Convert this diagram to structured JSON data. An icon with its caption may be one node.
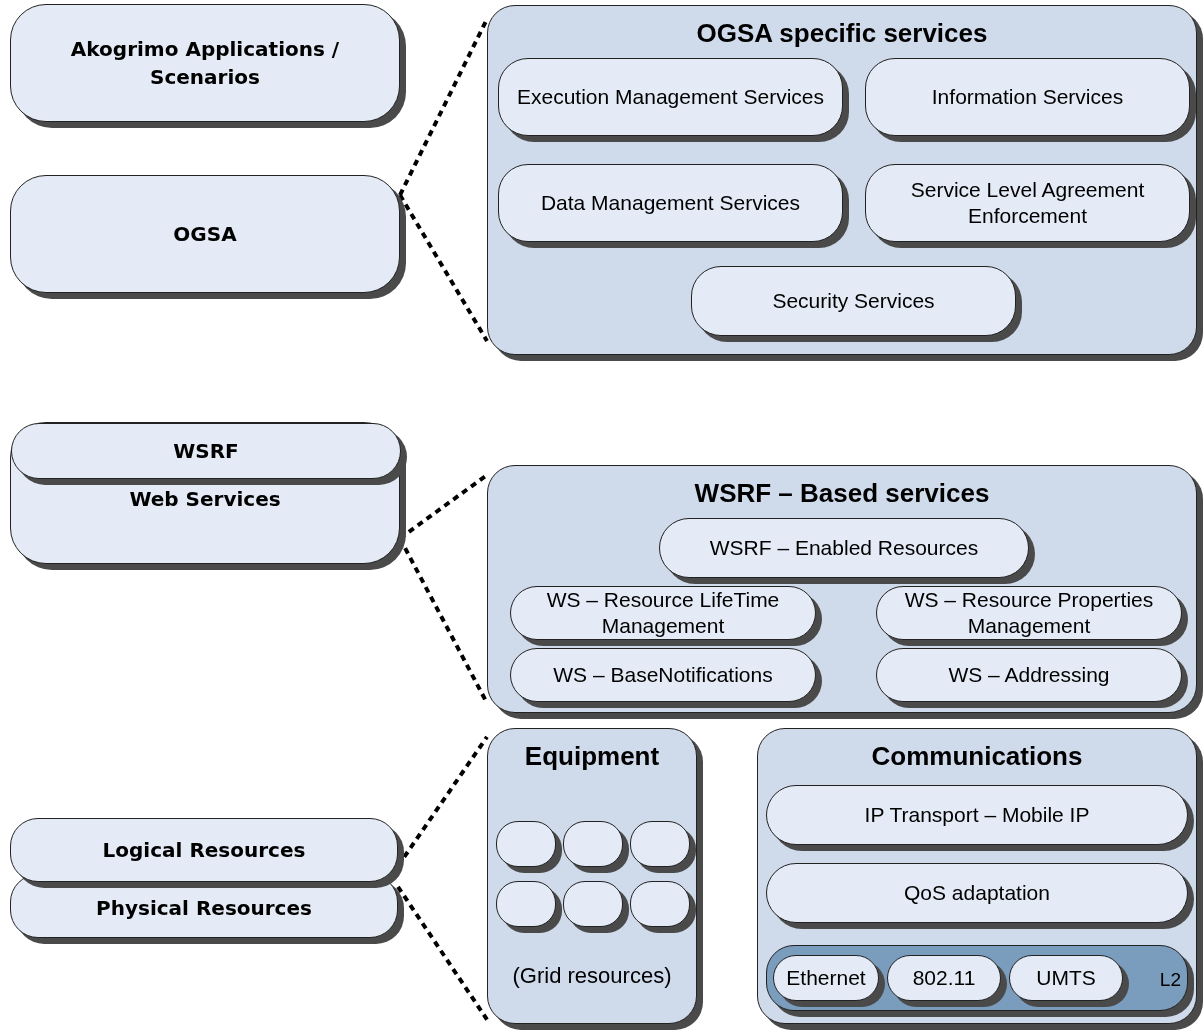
{
  "diagram": {
    "nodes": [
      {
        "text": [
          "Akogrimo Applications / Scenarios"
        ]
      },
      {
        "text": [
          "OGSA"
        ]
      },
      {
        "text": [
          "Web Services"
        ]
      },
      {
        "text": [
          "WSRF"
        ],
        "in": 2
      },
      {
        "text": [
          "Logical Resources"
        ]
      },
      {
        "text": [
          "Physical Resources"
        ]
      },
      {
        "text": [
          "OGSA specific services"
        ]
      },
      {
        "text": [
          "Execution Management Services"
        ],
        "in": 6
      },
      {
        "text": [
          "Information Services"
        ],
        "in": 6
      },
      {
        "text": [
          "Data Management Services"
        ],
        "in": 6
      },
      {
        "text": [
          "Service Level Agreement Enforcement"
        ],
        "in": 6
      },
      {
        "text": [
          "Security Services"
        ],
        "in": 6
      },
      {
        "text": [
          "WSRF – Based services"
        ]
      },
      {
        "text": [
          "WSRF – Enabled Resources"
        ],
        "in": 12
      },
      {
        "text": [
          "WS – Resource LifeTime Management"
        ],
        "in": 12
      },
      {
        "text": [
          "WS – Resource Properties Management"
        ],
        "in": 12
      },
      {
        "text": [
          "WS – BaseNotifications"
        ],
        "in": 12
      },
      {
        "text": [
          "WS – Addressing"
        ],
        "in": 12
      },
      {
        "text": [
          "Equipment",
          "(Grid resources)"
        ]
      },
      {
        "text": [],
        "shape": "box",
        "in": 18
      },
      {
        "text": [],
        "shape": "box",
        "in": 18
      },
      {
        "text": [],
        "shape": "box",
        "in": 18
      },
      {
        "text": [],
        "shape": "box",
        "in": 18
      },
      {
        "text": [],
        "shape": "box",
        "in": 18
      },
      {
        "text": [],
        "shape": "box",
        "in": 18
      },
      {
        "text": [
          "Communications"
        ]
      },
      {
        "text": [
          "IP Transport – Mobile IP"
        ],
        "in": 25
      },
      {
        "text": [
          "QoS adaptation"
        ],
        "in": 25
      },
      {
        "text": [
          "L2"
        ],
        "in": 25
      },
      {
        "text": [
          "Ethernet"
        ],
        "in": 28
      },
      {
        "text": [
          "802.11"
        ],
        "in": 28
      },
      {
        "text": [
          "UMTS"
        ],
        "in": 28
      }
    ],
    "edges": [
      {
        "from": 1,
        "to": 6,
        "arrow": "none",
        "style": "dashed"
      },
      {
        "from": 1,
        "to": 6,
        "arrow": "none",
        "style": "dashed"
      },
      {
        "from": 2,
        "to": 12,
        "arrow": "none",
        "style": "dashed"
      },
      {
        "from": 2,
        "to": 12,
        "arrow": "none",
        "style": "dashed"
      },
      {
        "from": 4,
        "to": 18,
        "arrow": "none",
        "style": "dashed"
      },
      {
        "from": 5,
        "to": 18,
        "arrow": "none",
        "style": "dashed"
      }
    ]
  }
}
